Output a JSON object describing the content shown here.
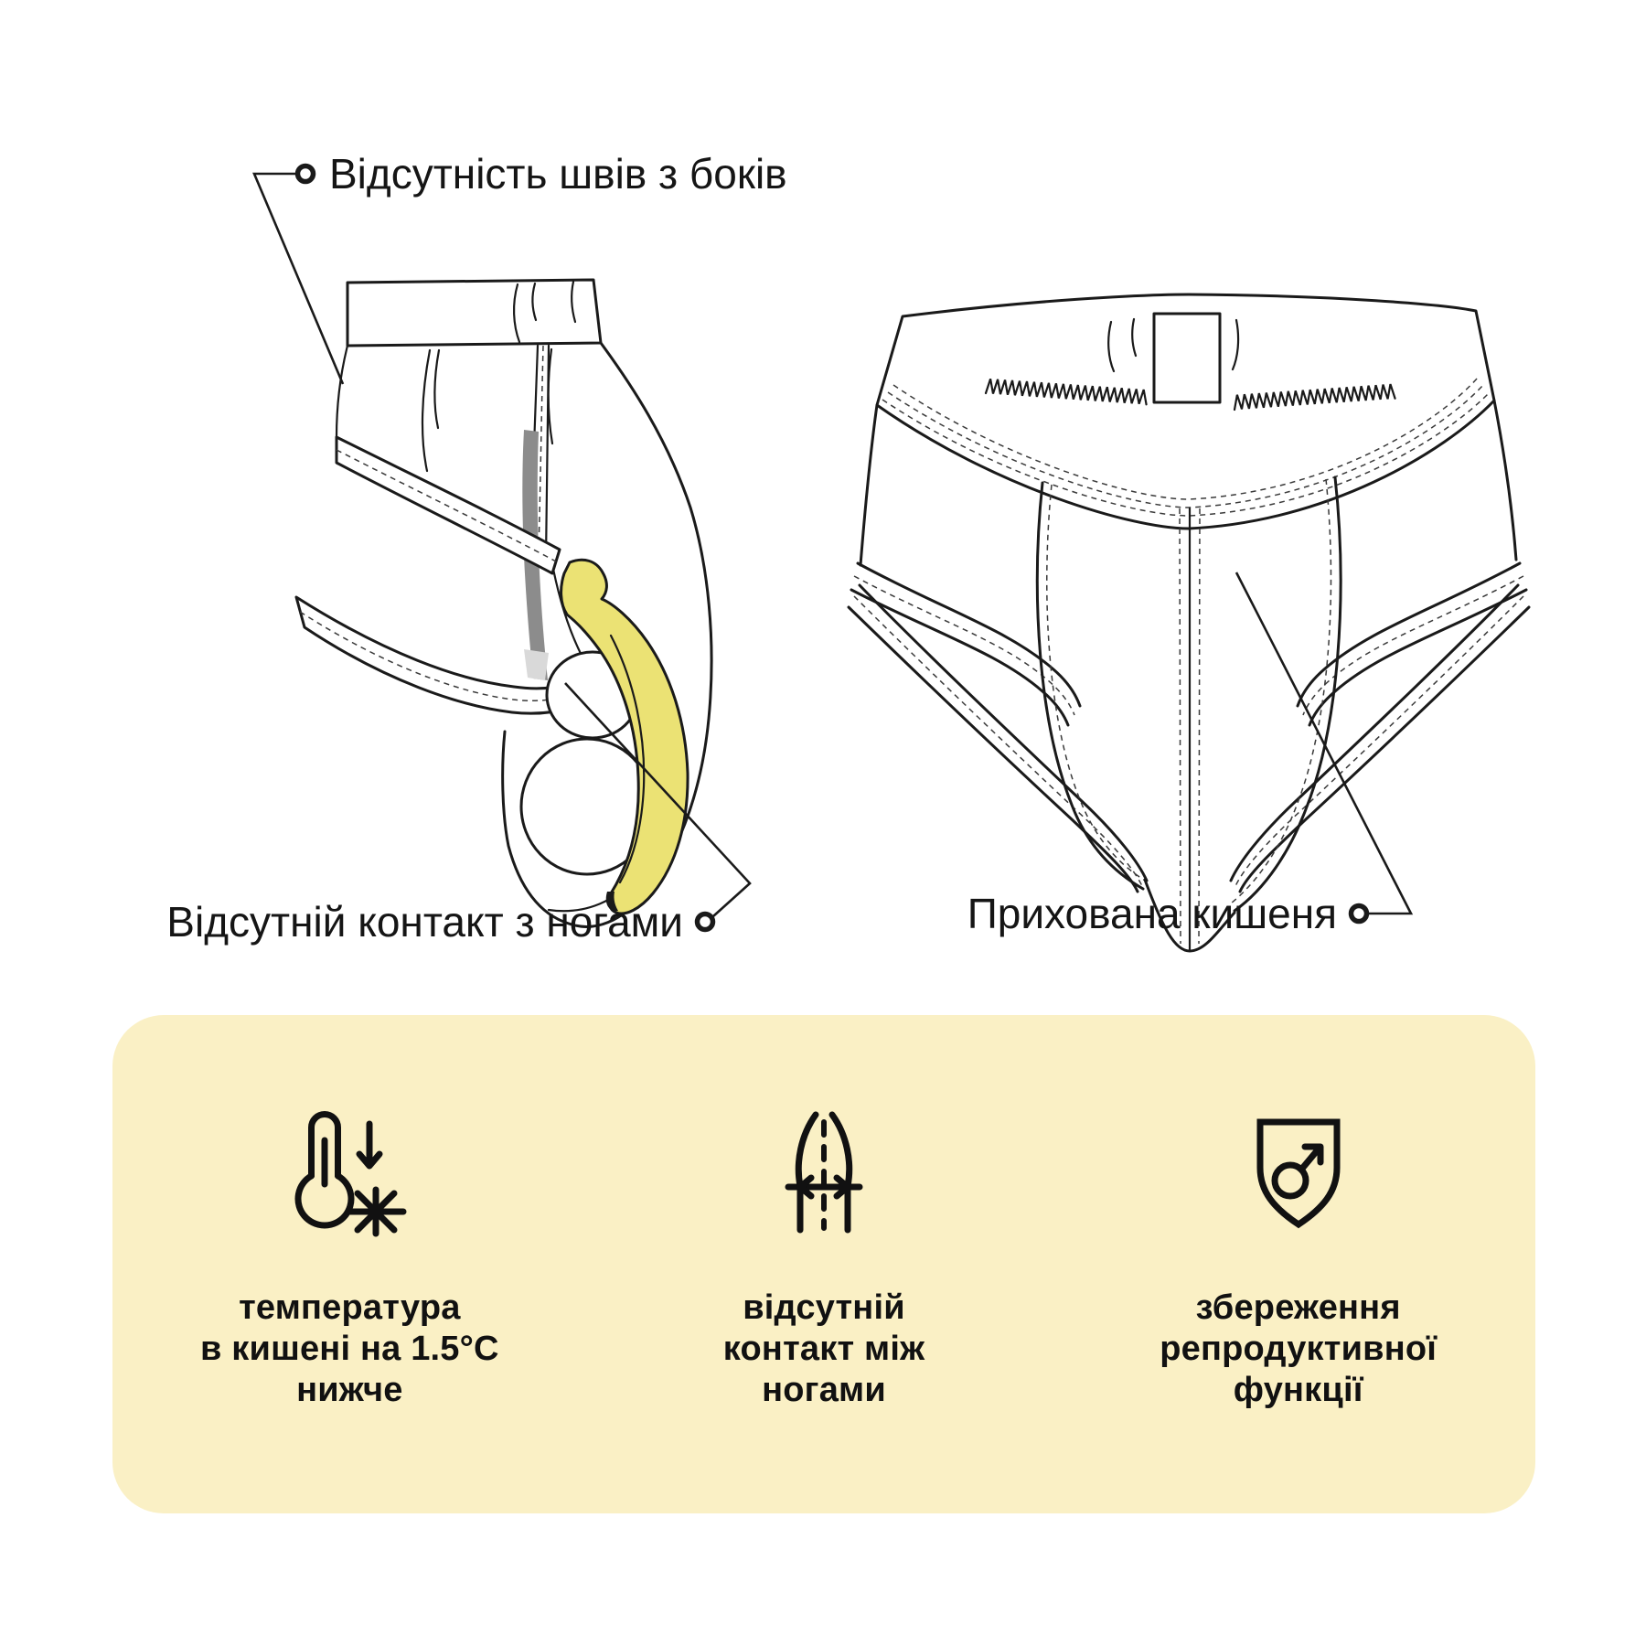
{
  "labels": {
    "no_side_seams": "Відсутність швів з боків",
    "no_leg_contact": "Відсутній контакт з ногами",
    "hidden_pocket": "Прихована кишеня"
  },
  "features": [
    {
      "icon": "thermometer-cold-icon",
      "text": "температура\nв кишені на 1.5°C\nнижче"
    },
    {
      "icon": "legs-gap-icon",
      "text": "відсутній\nконтакт між\nногами"
    },
    {
      "icon": "shield-male-icon",
      "text": "збереження\nрепродуктивної\nфункції"
    }
  ],
  "colors": {
    "background": "#FFFFFF",
    "panel_bg": "#FAF0C5",
    "banana_yellow": "#EBE274",
    "pocket_gap_gray": "#8C8C8C",
    "line_black": "#1A1A1A",
    "text_black": "#111111"
  }
}
